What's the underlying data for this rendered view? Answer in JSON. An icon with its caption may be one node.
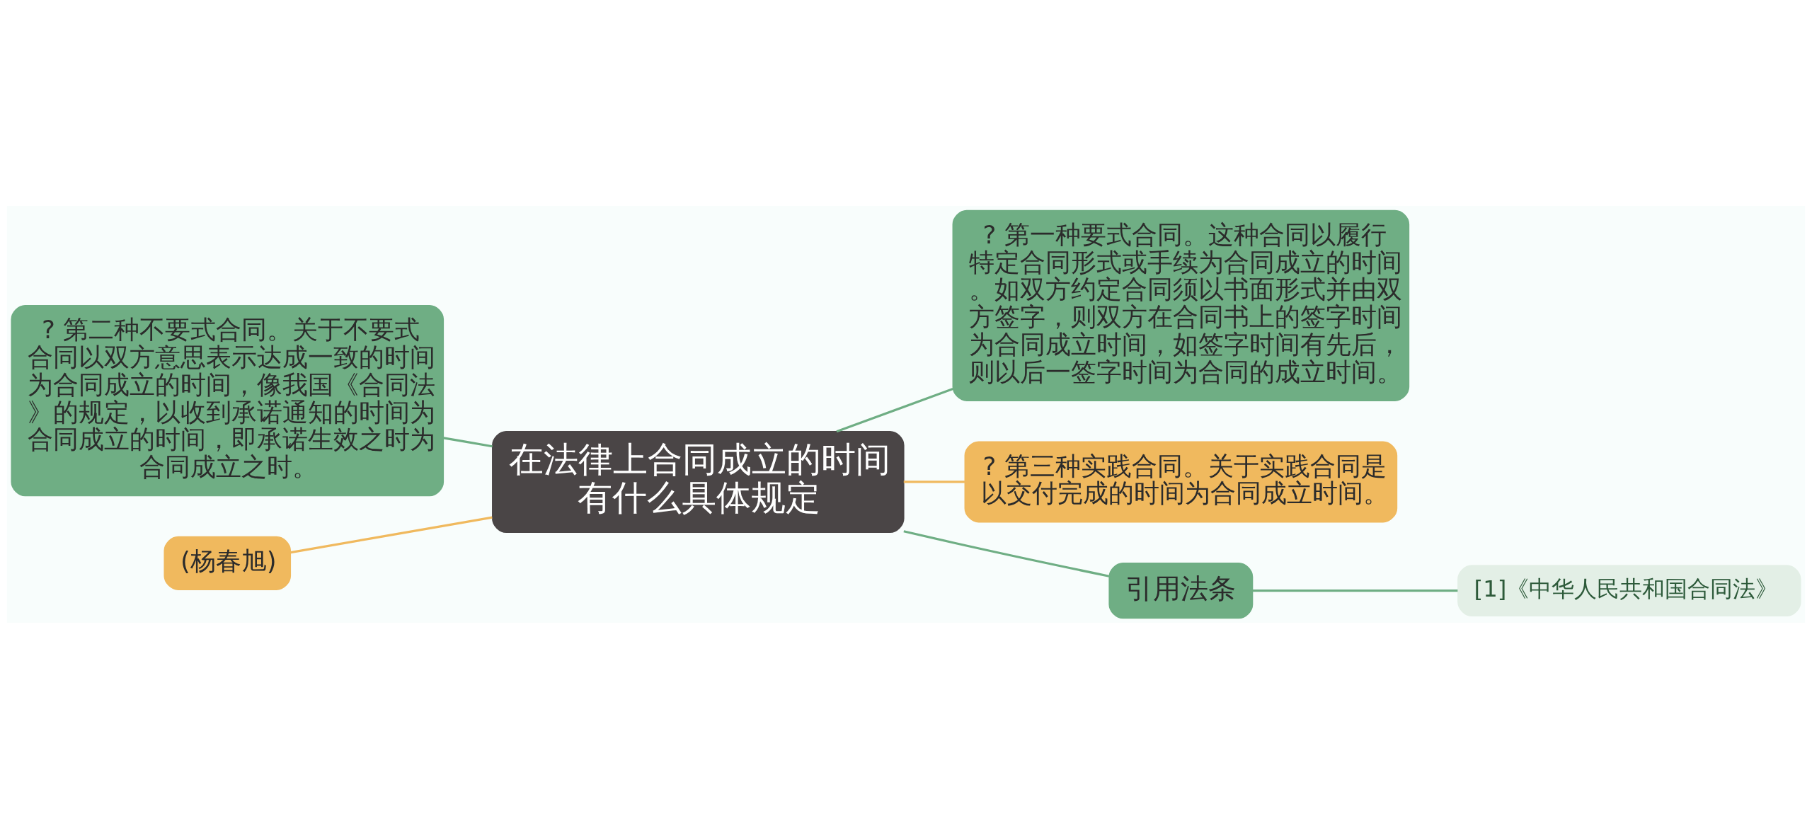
{
  "diagram": {
    "nodes": [
      {
        "text": [
          "在法律上合同成立的时间有什么具体规定"
        ]
      },
      {
        "text": [
          "? 第二种不要式合同。关于不要式合同以双方意思表示达成一致的时间为合同成立的时间，像我国《合同法》的规定，以收到承诺通知的时间为合同成立的时间，即承诺生效之时为合同成立之时。"
        ]
      },
      {
        "text": [
          "(杨春旭)"
        ]
      },
      {
        "text": [
          "? 第一种要式合同。这种合同以履行特定合同形式或手续为合同成立的时间。如双方约定合同须以书面形式并由双方签字，则双方在合同书上的签字时间为合同成立时间，如签字时间有先后，则以后一签字时间为合同的成立时间。"
        ]
      },
      {
        "text": [
          "? 第三种实践合同。关于实践合同是以交付完成的时间为合同成立时间。"
        ]
      },
      {
        "text": [
          "引用法条"
        ]
      },
      {
        "text": [
          "[1]《中华人民共和国合同法》"
        ]
      }
    ],
    "edges": [
      {
        "from": 0,
        "to": 1,
        "arrow": "none"
      },
      {
        "from": 0,
        "to": 2,
        "arrow": "none",
        "color": "#f0b95e"
      },
      {
        "from": 0,
        "to": 3,
        "arrow": "none"
      },
      {
        "from": 0,
        "to": 4,
        "arrow": "none",
        "color": "#f0b95e"
      },
      {
        "from": 0,
        "to": 5,
        "arrow": "none"
      },
      {
        "from": 5,
        "to": 6,
        "arrow": "none"
      }
    ]
  }
}
